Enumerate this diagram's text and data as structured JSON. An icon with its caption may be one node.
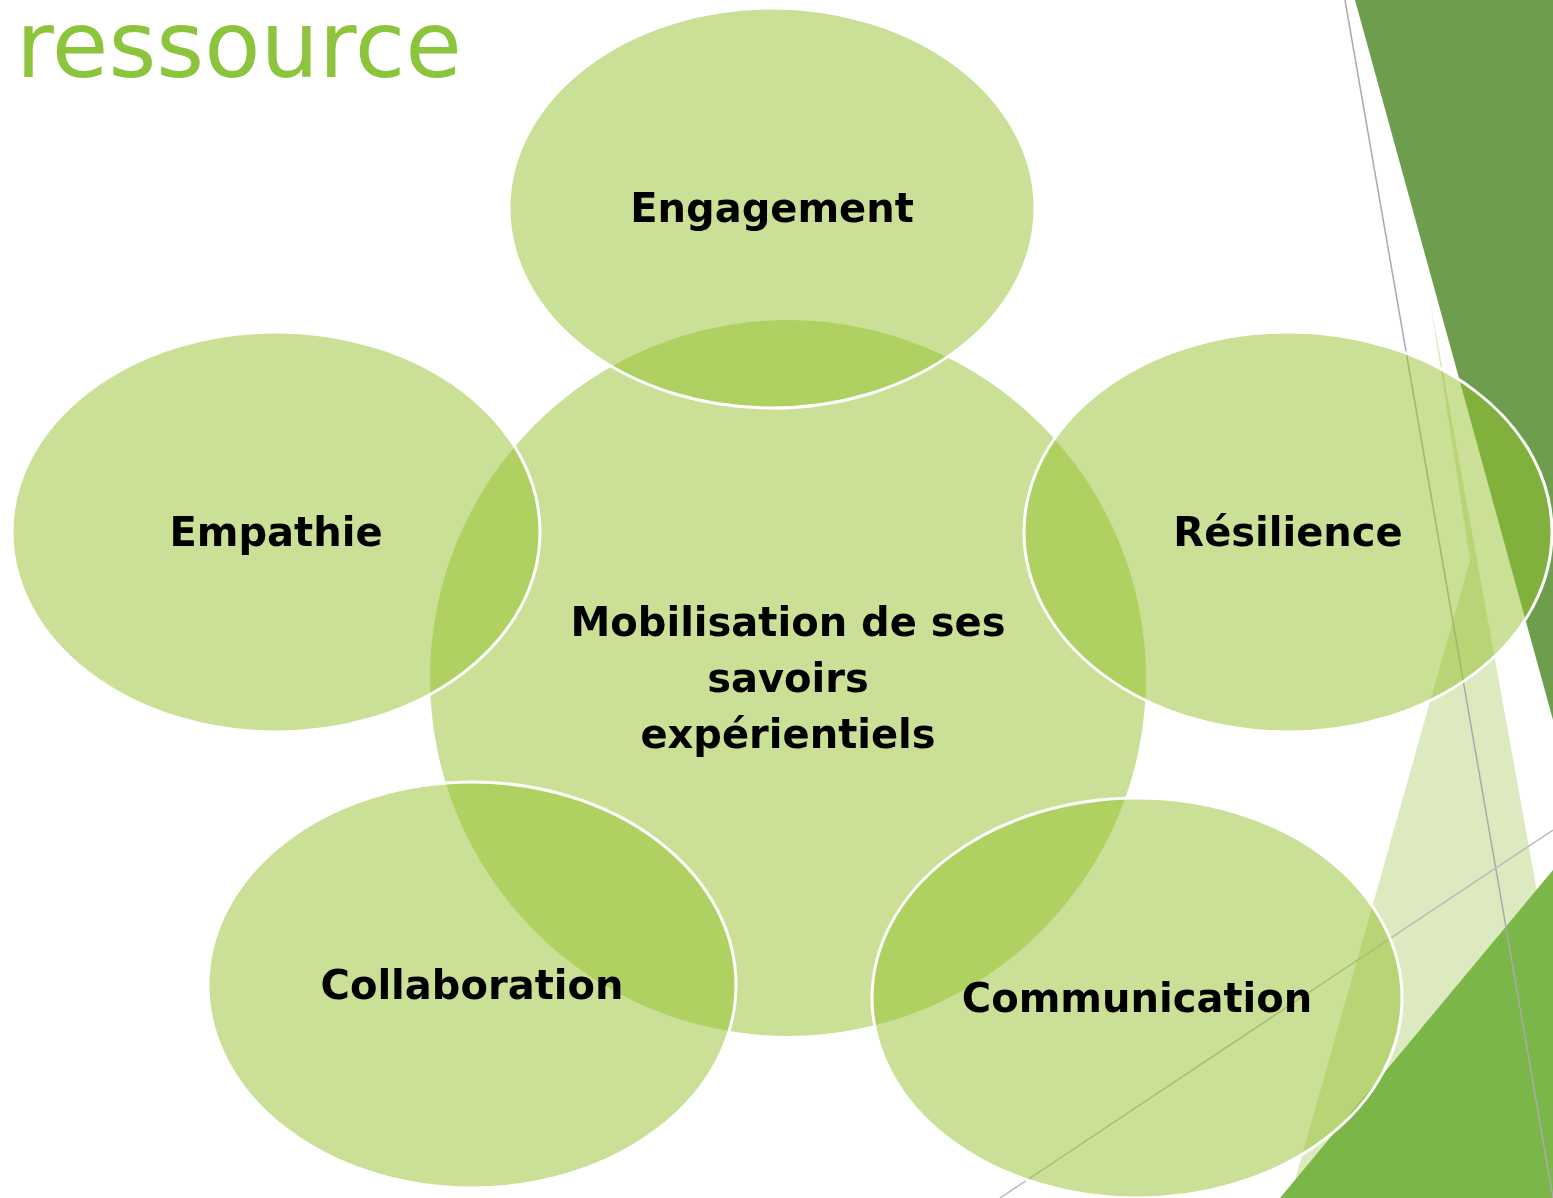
{
  "diagram": {
    "title": "ressource",
    "nodes": [
      {
        "text": [
          "Engagement"
        ]
      },
      {
        "text": [
          "Empathie"
        ]
      },
      {
        "text": [
          "Résilience"
        ]
      },
      {
        "text": [
          "Mobilisation de ses savoirs expérientiels"
        ]
      },
      {
        "text": [
          "Collaboration"
        ]
      },
      {
        "text": [
          "Communication"
        ]
      }
    ],
    "edges": []
  }
}
